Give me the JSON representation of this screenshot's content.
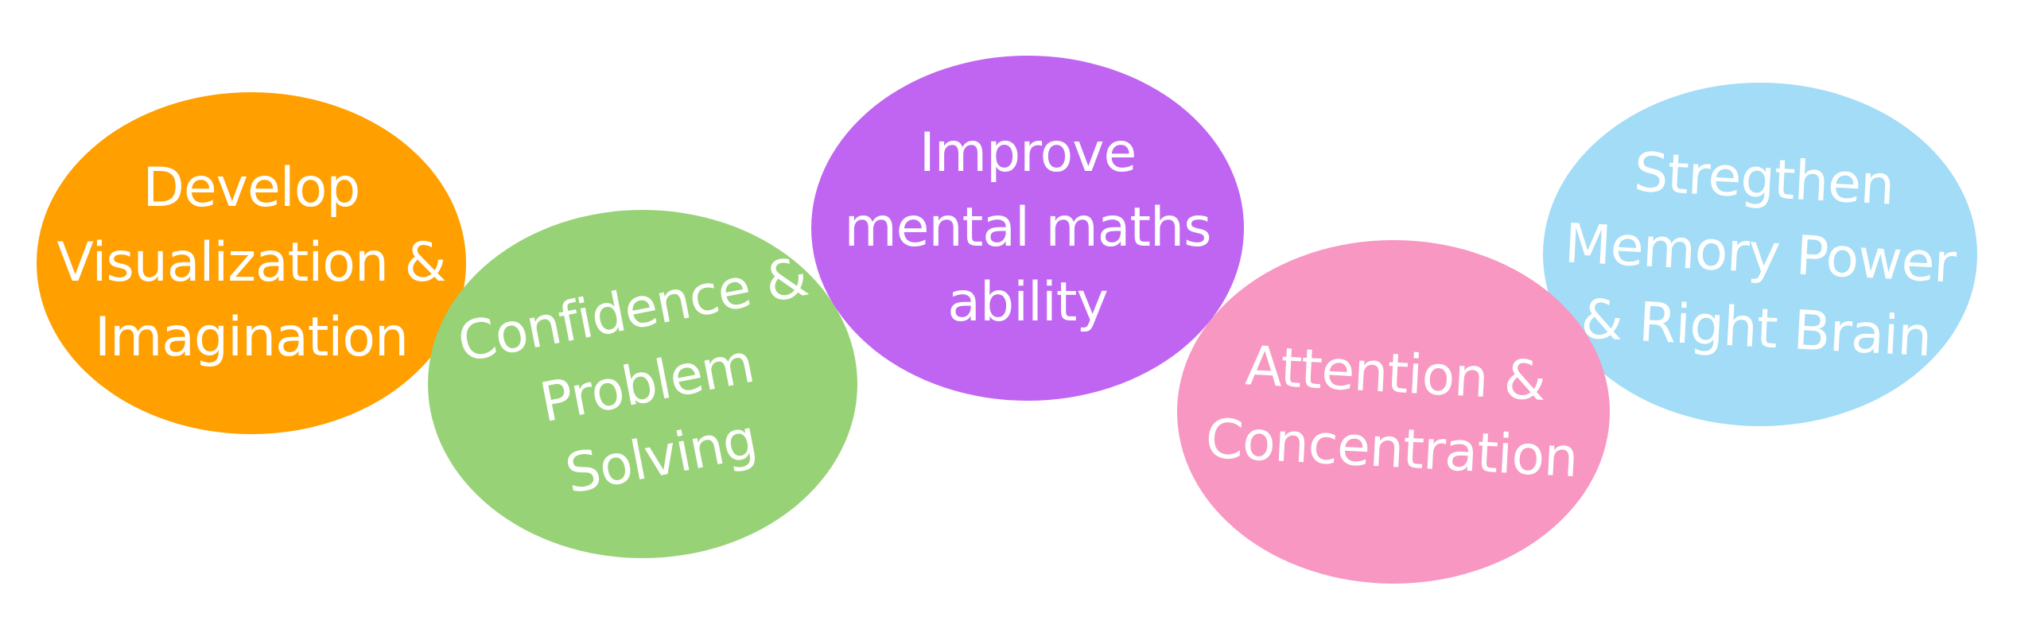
{
  "bubbles": [
    {
      "id": "visualization",
      "color": "#FF9F00",
      "lines": [
        "Develop",
        "Visualization &",
        "Imagination"
      ]
    },
    {
      "id": "confidence",
      "color": "#98D277",
      "lines": [
        "Confidence &",
        "Problem",
        "Solving"
      ]
    },
    {
      "id": "mental",
      "color": "#C065F1",
      "lines": [
        "Improve",
        "mental maths",
        "ability"
      ]
    },
    {
      "id": "attention",
      "color": "#F897C2",
      "lines": [
        "Attention &",
        "Concentration"
      ]
    },
    {
      "id": "memory",
      "color": "#A2DCF6",
      "lines": [
        "Stregthen",
        "Memory Power",
        "& Right Brain"
      ]
    }
  ]
}
